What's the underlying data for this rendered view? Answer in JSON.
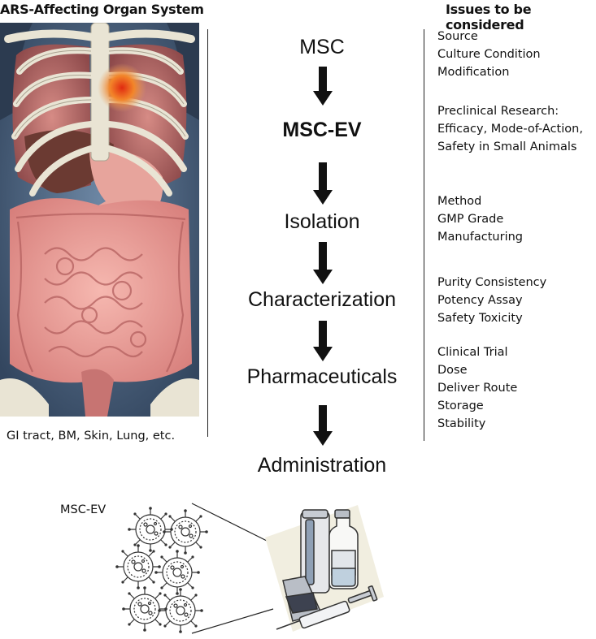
{
  "left_header": "ARS-Affecting Organ System",
  "right_header": "Issues to be considered",
  "organ_caption": "GI tract, BM, Skin, Lung, etc.",
  "flow_steps": [
    "MSC",
    "MSC-EV",
    "Isolation",
    "Characterization",
    "Pharmaceuticals",
    "Administration"
  ],
  "issue_groups": [
    [
      "Source",
      "Culture Condition",
      "Modification"
    ],
    [
      "Preclinical Research:",
      "Efficacy, Mode-of-Action,",
      "Safety in Small Animals"
    ],
    [
      "Method",
      "GMP Grade",
      "Manufacturing"
    ],
    [
      "Purity Consistency",
      "Potency Assay",
      "Safety Toxicity"
    ],
    [
      "Clinical Trial",
      "Dose",
      "Deliver Route",
      "Storage",
      "Stability"
    ]
  ],
  "ev_label": "MSC-EV",
  "colors": {
    "arrow": "#111111",
    "divider": "#222222",
    "tissue": "#e58e8e",
    "bone": "#e9e4d4"
  }
}
